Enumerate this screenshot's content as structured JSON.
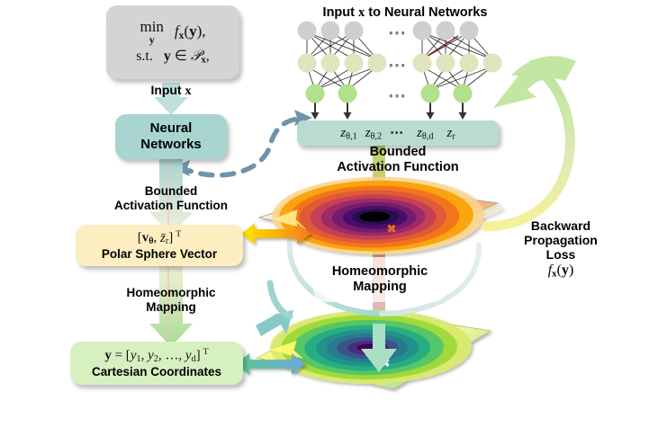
{
  "diagram": {
    "title_network": "Input x to Neural Networks",
    "input_label": "Input x",
    "problem_box": {
      "line1_op": "min",
      "line1_var": "y",
      "line1_obj": "f x ( y ) ,",
      "line2_op": "s.t.",
      "line2_body": "y ∈ 𝒨 x ,"
    },
    "nn_box": {
      "line1": "Neural",
      "line2": "Networks"
    },
    "bounded_activation_1": {
      "line1": "Bounded",
      "line2": "Activation Function"
    },
    "bounded_activation_2": {
      "line1": "Bounded",
      "line2": "Activation Function"
    },
    "z_box": {
      "t1": "z",
      "s1": "θ,1",
      "t2": "z",
      "s2": "θ,2",
      "dots": "⋯",
      "t3": "z",
      "s3": "θ,d",
      "t4": "z",
      "s4": "r"
    },
    "polar_box": {
      "formula": "[ vθ , z̄r ] T",
      "label": "Polar Sphere Vector"
    },
    "homeomorphic_1": {
      "line1": "Homeomorphic",
      "line2": "Mapping"
    },
    "homeomorphic_2": {
      "line1": "Homeomorphic",
      "line2": "Mapping"
    },
    "cartesian_box": {
      "formula": "y = [ y1 , y2 , … , yd ] T",
      "label": "Cartesian Coordinates"
    },
    "backward": {
      "line1": "Backward",
      "line2": "Propagation",
      "line3": "Loss",
      "line4": "f x ( y )"
    },
    "ellipsis": "⋯"
  },
  "colors": {
    "nn_box_fill": "#a8d5d0",
    "z_box_fill": "#b9dbd2",
    "polar_box_fill": "#fdeec2",
    "cartesian_box_fill": "#d6f0c0",
    "problem_box_fill": "#d4d4d4",
    "dashed_arrow": "#6d93ab",
    "arrow_yellow": "#f7e200",
    "arrow_orange": "#f58220",
    "arrow_green": "#64c97b",
    "arrow_blue": "#6fa8dc",
    "node_gray": "#cfcfcf",
    "node_pale": "#dfe5bd",
    "node_green": "#b3e08a",
    "plane_top_a": "#fdfaf0",
    "plane_top_b": "#f6b183",
    "plane_bot_a": "#fdfb7a",
    "plane_bot_b": "#86d3a8",
    "inferno": [
      "#fce788",
      "#fba40a",
      "#f2751c",
      "#dd513a",
      "#b8385a",
      "#8a2468",
      "#5d1269",
      "#2b0a54",
      "#120524",
      "#000000"
    ],
    "viridis": [
      "#fde725",
      "#a0da39",
      "#4ac16d",
      "#1fa187",
      "#277f8e",
      "#365c8d",
      "#46327e",
      "#440154"
    ]
  },
  "network": {
    "layers": [
      {
        "name": "input-layer",
        "count": 3,
        "color": "#cfcfcf"
      },
      {
        "name": "hidden-layer",
        "count": 4,
        "color": "#dfe5bd"
      },
      {
        "name": "output-layer",
        "count": 2,
        "color": "#b3e08a"
      }
    ],
    "repeat": 2
  }
}
